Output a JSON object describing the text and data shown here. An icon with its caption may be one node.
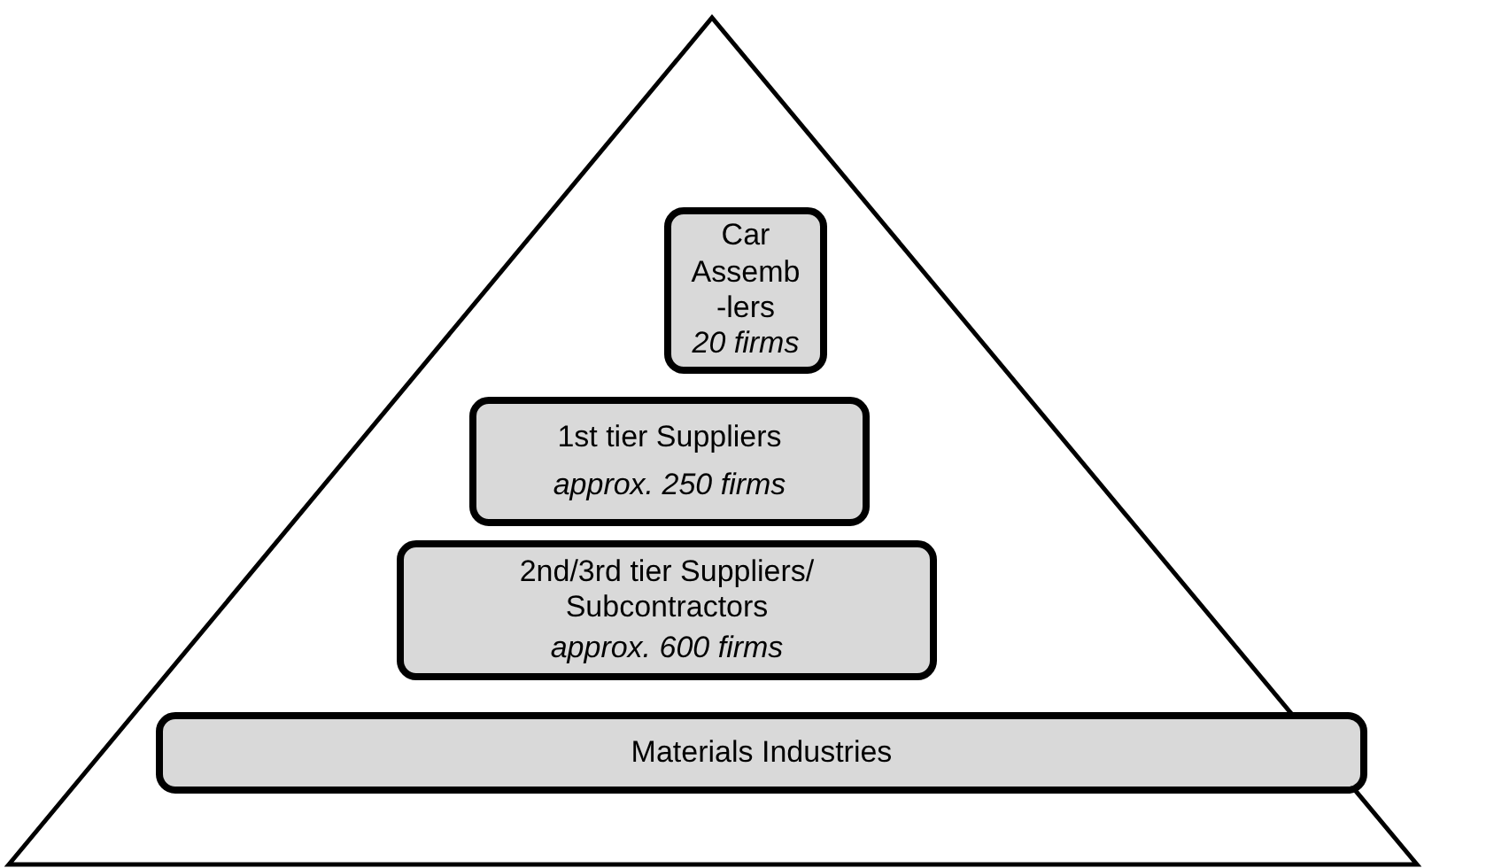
{
  "diagram": {
    "nodes": [
      {
        "text": [
          "Car Assemb -lers",
          "20 firms"
        ]
      },
      {
        "text": [
          "1st tier Suppliers",
          "approx. 250 firms"
        ]
      },
      {
        "text": [
          "2nd/3rd tier Suppliers/ Subcontractors",
          "approx. 600 firms"
        ]
      },
      {
        "text": [
          "Materials Industries"
        ]
      }
    ]
  }
}
